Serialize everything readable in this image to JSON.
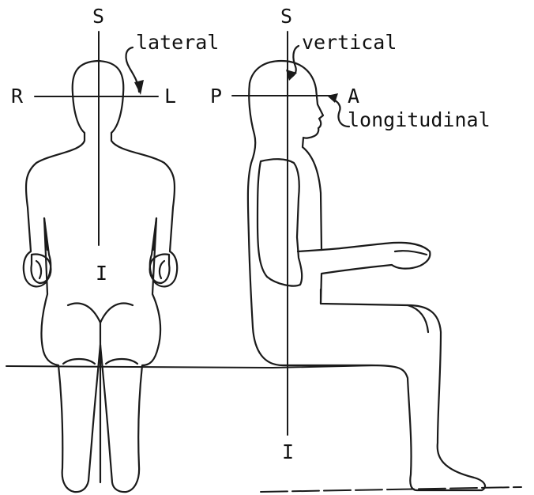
{
  "front_view": {
    "superior_label": "S",
    "inferior_label": "I",
    "right_label": "R",
    "left_label": "L",
    "axis_annotation": "lateral"
  },
  "side_view": {
    "superior_label": "S",
    "inferior_label": "I",
    "posterior_label": "P",
    "anterior_label": "A",
    "vertical_annotation": "vertical",
    "longitudinal_annotation": "longitudinal"
  }
}
